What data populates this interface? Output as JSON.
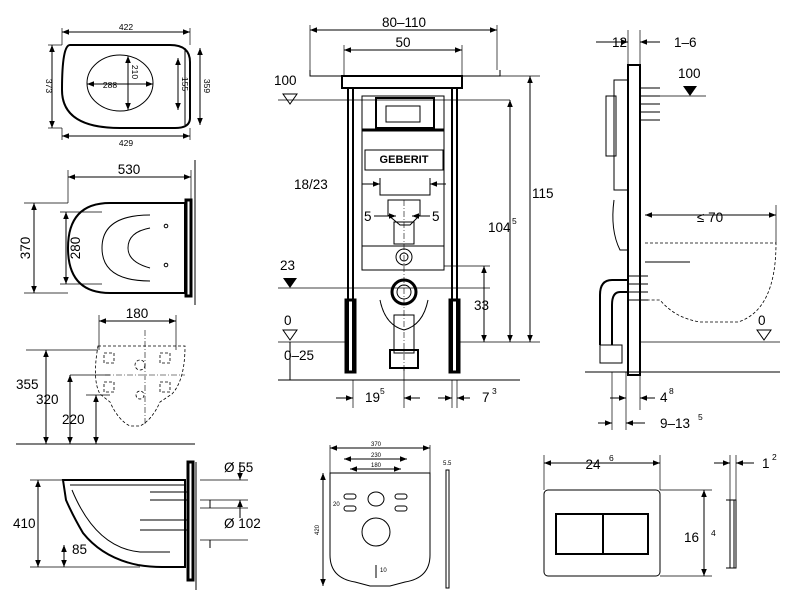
{
  "seat_top": {
    "width_top": "422",
    "width_bottom": "429",
    "depth_outer": "373",
    "depth_right": "359",
    "opening_width": "288",
    "opening_depth": "210",
    "opening_offset": "155"
  },
  "bowl_top": {
    "length": "530",
    "width": "370",
    "inner": "280"
  },
  "bowl_front": {
    "hole_span": "180",
    "h1": "355",
    "h2": "320",
    "h3": "220"
  },
  "bowl_side": {
    "height": "410",
    "offset": "85",
    "pipe_small": "Ø 55",
    "pipe_large": "Ø 102"
  },
  "frame_front": {
    "width_range": "80–110",
    "inner": "50",
    "level_top": "100",
    "outlet_span": "18/23",
    "offset_l": "5",
    "offset_r": "5",
    "height_total": "115",
    "height_inner": "104",
    "height_inner_sup": "5",
    "drain_level": "23",
    "drain_height": "33",
    "floor": "0",
    "floor_range": "0–25",
    "foot_left": "19",
    "foot_left_sup": "5",
    "foot_right": "7",
    "foot_right_sup": "3",
    "brand": "GEBERIT"
  },
  "frame_side": {
    "top_a": "12",
    "top_b": "1–6",
    "level_top": "100",
    "bowl_depth": "≤ 70",
    "floor": "0",
    "foot_a": "4",
    "foot_a_sup": "8",
    "foot_b": "9–13",
    "foot_b_sup": "5"
  },
  "template": {
    "width": "370",
    "spacing_a": "230",
    "spacing_b": "180",
    "height": "420",
    "hole": "20",
    "bottom": "10",
    "thickness": "5.5"
  },
  "plate": {
    "width": "24",
    "width_sup": "6",
    "height": "16",
    "height_sup": "4",
    "depth": "1",
    "depth_sup": "2"
  }
}
